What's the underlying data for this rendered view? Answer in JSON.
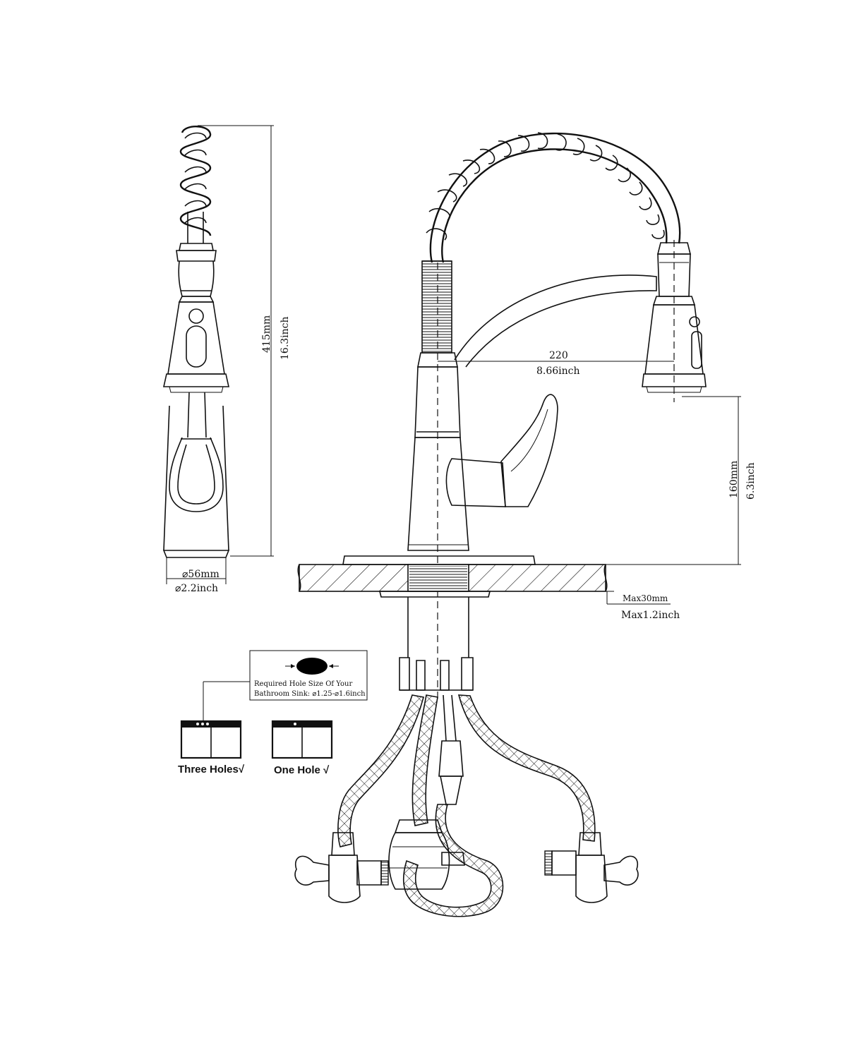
{
  "dimensions": {
    "height_mm": "415mm",
    "height_inch": "16.3inch",
    "reach_mm": "220",
    "reach_inch": "8.66inch",
    "clearance_mm": "160mm",
    "clearance_inch": "6.3inch",
    "diameter_mm": "⌀56mm",
    "diameter_inch": "⌀2.2inch",
    "deck_max_mm": "Max30mm",
    "deck_max_inch": "Max1.2inch"
  },
  "hole_note": {
    "line1": "Required Hole Size Of Your",
    "line2": "Bathroom Sink: ⌀1.25-⌀1.6inch"
  },
  "installation_options": [
    {
      "label": "Three Holes√",
      "holes": 3
    },
    {
      "label": "One Hole √",
      "holes": 1
    }
  ],
  "colors": {
    "ink": "#111111",
    "background": "#ffffff",
    "hole_fill": "#000000"
  }
}
